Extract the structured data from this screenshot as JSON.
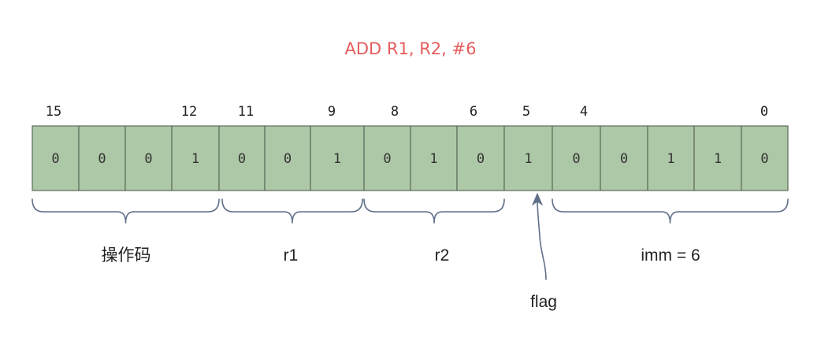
{
  "title": "ADD R1, R2, #6",
  "bit_numbers": [
    "15",
    "12",
    "11",
    "9",
    "8",
    "6",
    "5",
    "4",
    "0"
  ],
  "bits": [
    "0",
    "0",
    "0",
    "1",
    "0",
    "0",
    "1",
    "0",
    "1",
    "0",
    "1",
    "0",
    "0",
    "1",
    "1",
    "0"
  ],
  "fields": [
    {
      "label": "操作码"
    },
    {
      "label": "r1"
    },
    {
      "label": "r2"
    },
    {
      "label": "flag"
    },
    {
      "label": "imm = 6"
    }
  ],
  "colors": {
    "title": "#e55c5c",
    "cell_fill": "#adc8a6",
    "cell_border": "#5a6b5a",
    "brace": "#5f7089",
    "arrow": "#5f7089"
  }
}
